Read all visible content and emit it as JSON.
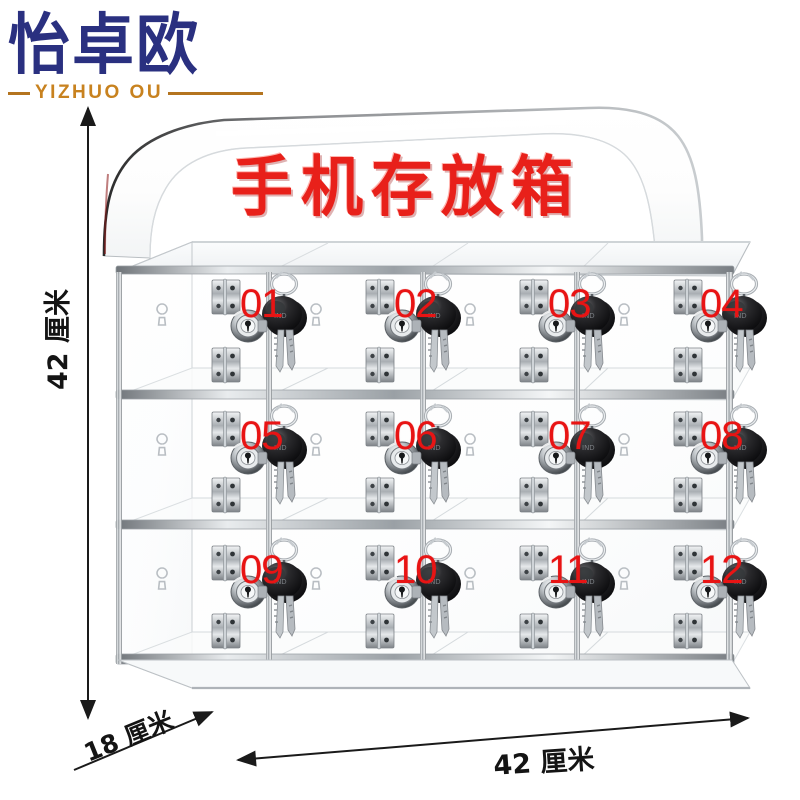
{
  "brand": {
    "logo_cn": "怡卓欧",
    "logo_en": "YIZHUO OU",
    "logo_color": "#2a3080",
    "logo_en_color": "#c8821f"
  },
  "signboard": {
    "headline": "手机存放箱",
    "headline_color": "#e8201a"
  },
  "product": {
    "material": "clear-acrylic",
    "rows": 3,
    "columns": 4,
    "number_color": "#e81414",
    "cells": [
      {
        "number": "01",
        "row": 1,
        "col": 1
      },
      {
        "number": "02",
        "row": 1,
        "col": 2
      },
      {
        "number": "03",
        "row": 1,
        "col": 3
      },
      {
        "number": "04",
        "row": 1,
        "col": 4
      },
      {
        "number": "05",
        "row": 2,
        "col": 1
      },
      {
        "number": "06",
        "row": 2,
        "col": 2
      },
      {
        "number": "07",
        "row": 2,
        "col": 3
      },
      {
        "number": "08",
        "row": 2,
        "col": 4
      },
      {
        "number": "09",
        "row": 3,
        "col": 1
      },
      {
        "number": "10",
        "row": 3,
        "col": 2
      },
      {
        "number": "11",
        "row": 3,
        "col": 3
      },
      {
        "number": "12",
        "row": 3,
        "col": 4
      }
    ]
  },
  "dimensions": {
    "height": "42 厘米",
    "depth": "18 厘米",
    "width": "42 厘米"
  }
}
